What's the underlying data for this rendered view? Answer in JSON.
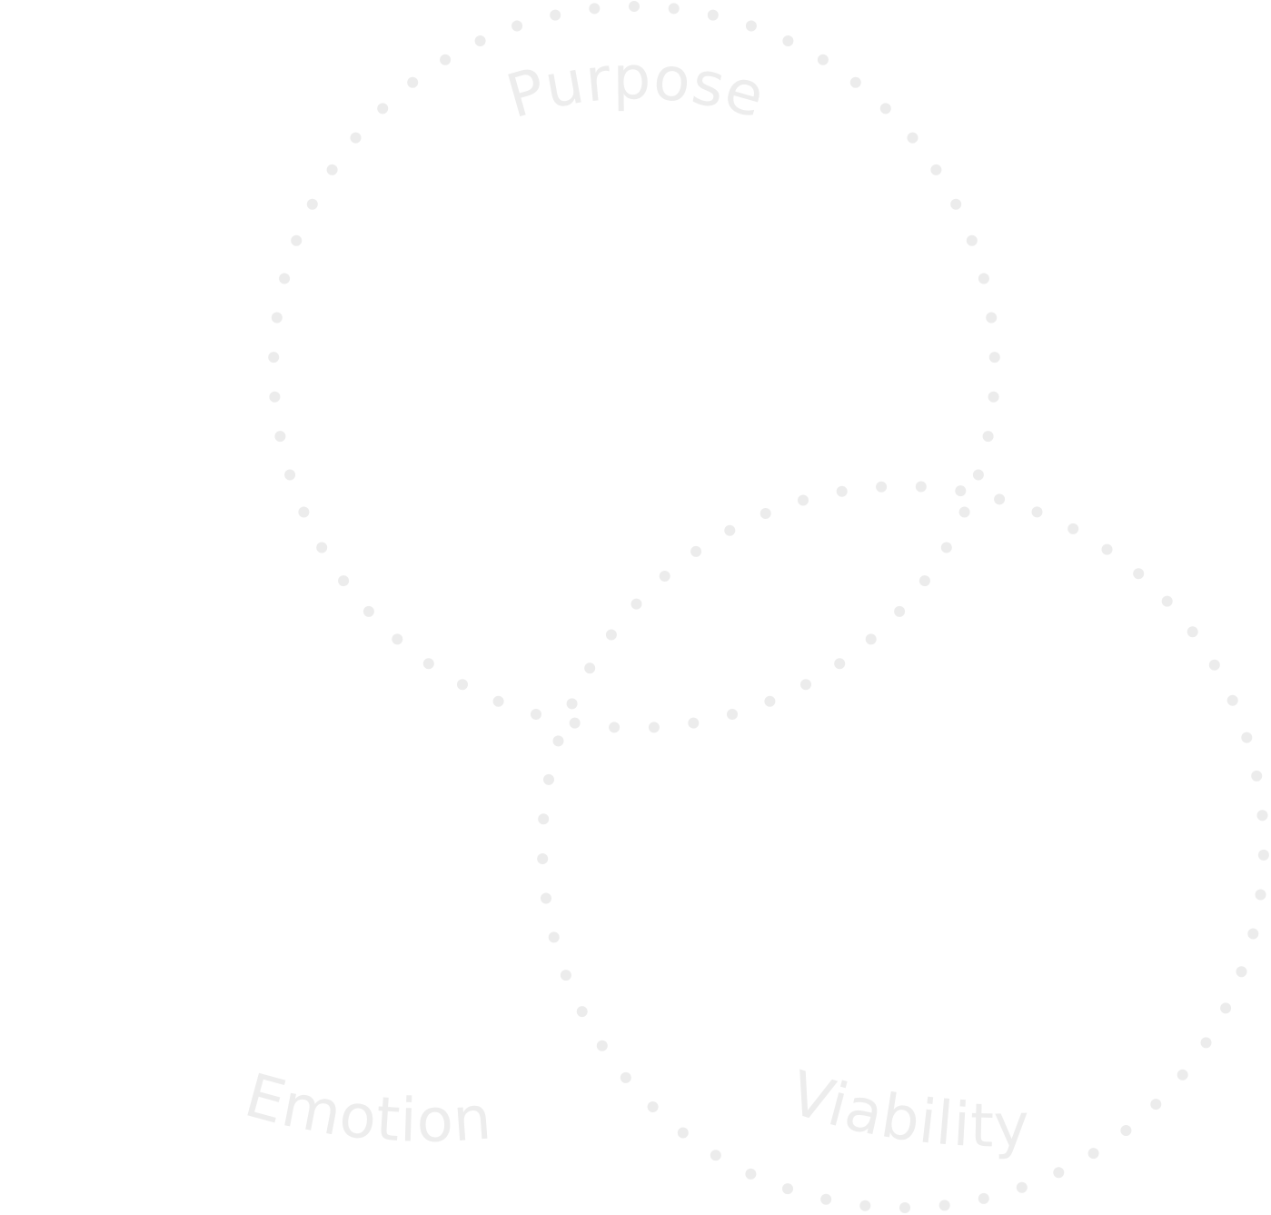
{
  "diagram": {
    "type": "dotted-venn",
    "dot_color": "#ececec",
    "text_color": "#ededed",
    "circles": [
      {
        "id": "purpose",
        "label": "Purpose"
      },
      {
        "id": "viability",
        "label": "Viability"
      }
    ],
    "floating_labels": [
      {
        "id": "emotion",
        "label": "Emotion"
      }
    ]
  }
}
